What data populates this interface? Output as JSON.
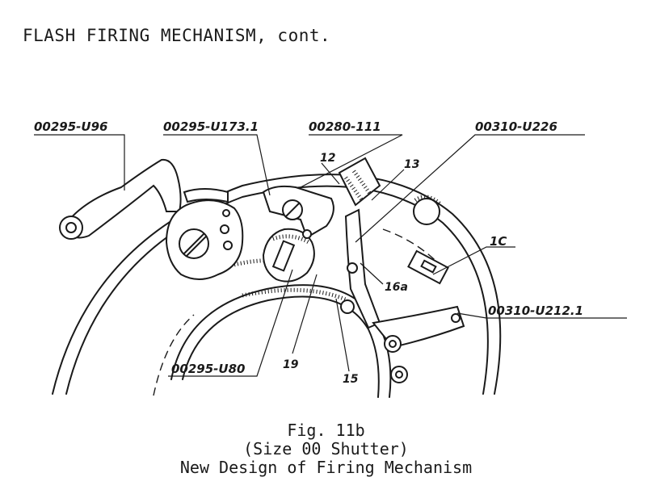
{
  "heading": "FLASH FIRING MECHANISM, cont.",
  "callouts": {
    "part_u96": "00295-U96",
    "part_u173": "00295-U173.1",
    "part_111": "00280-111",
    "part_u226": "00310-U226",
    "part_1c": "1C",
    "part_u212": "00310-U212.1",
    "part_u80": "00295-U80",
    "num_12": "12",
    "num_13": "13",
    "num_16a": "16a",
    "num_19": "19",
    "num_15": "15"
  },
  "caption": {
    "line1": "Fig. 11b",
    "line2": "(Size 00 Shutter)",
    "line3": "New Design of Firing Mechanism"
  }
}
